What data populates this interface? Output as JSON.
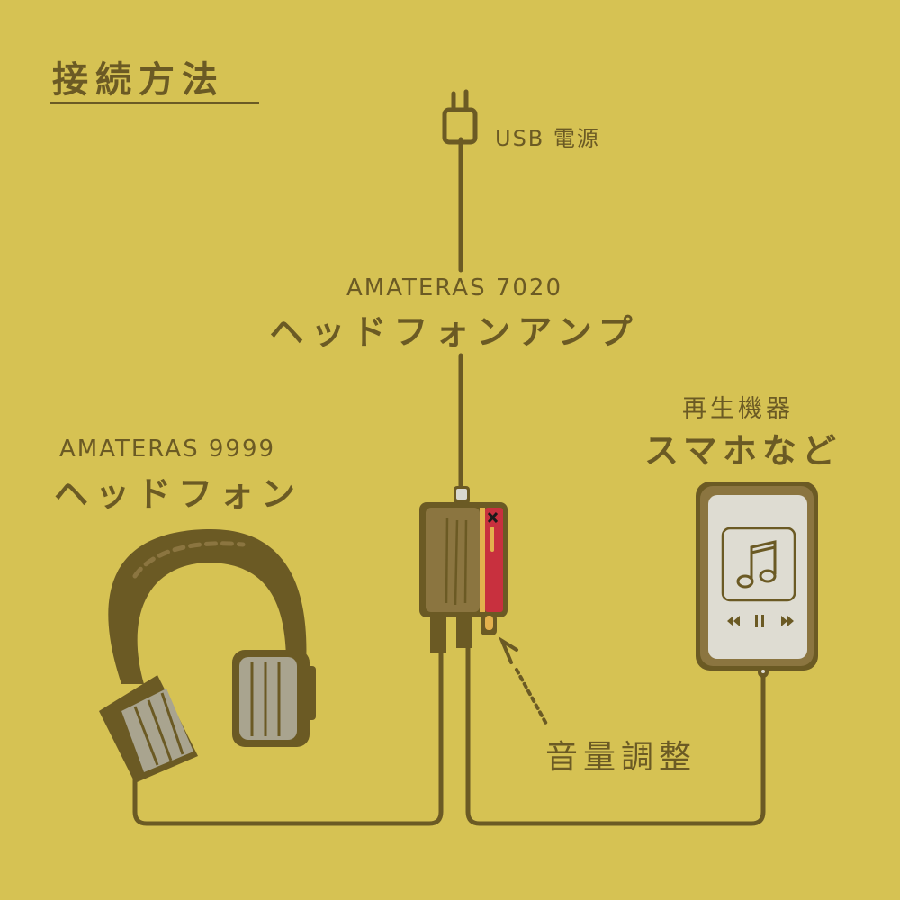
{
  "heading": {
    "title": "接続方法"
  },
  "power": {
    "label": "USB 電源",
    "icon": "plug-icon"
  },
  "amplifier": {
    "model": "AMATERAS 7020",
    "name": "ヘッドフォンアンプ",
    "icon": "amplifier-icon"
  },
  "headphones": {
    "model": "AMATERAS 9999",
    "name": "ヘッドフォン",
    "icon": "headphones-icon"
  },
  "source": {
    "category": "再生機器",
    "name": "スマホなど",
    "icon": "smartphone-icon"
  },
  "volume": {
    "label": "音量調整"
  },
  "colors": {
    "background": "#d6c253",
    "ink": "#6b5a24",
    "amp_body": "#8b7540",
    "amp_accent": "#c8303e",
    "amp_knob": "#e3b14d",
    "earpad": "#a9a48f",
    "screen": "#dedcd2"
  }
}
